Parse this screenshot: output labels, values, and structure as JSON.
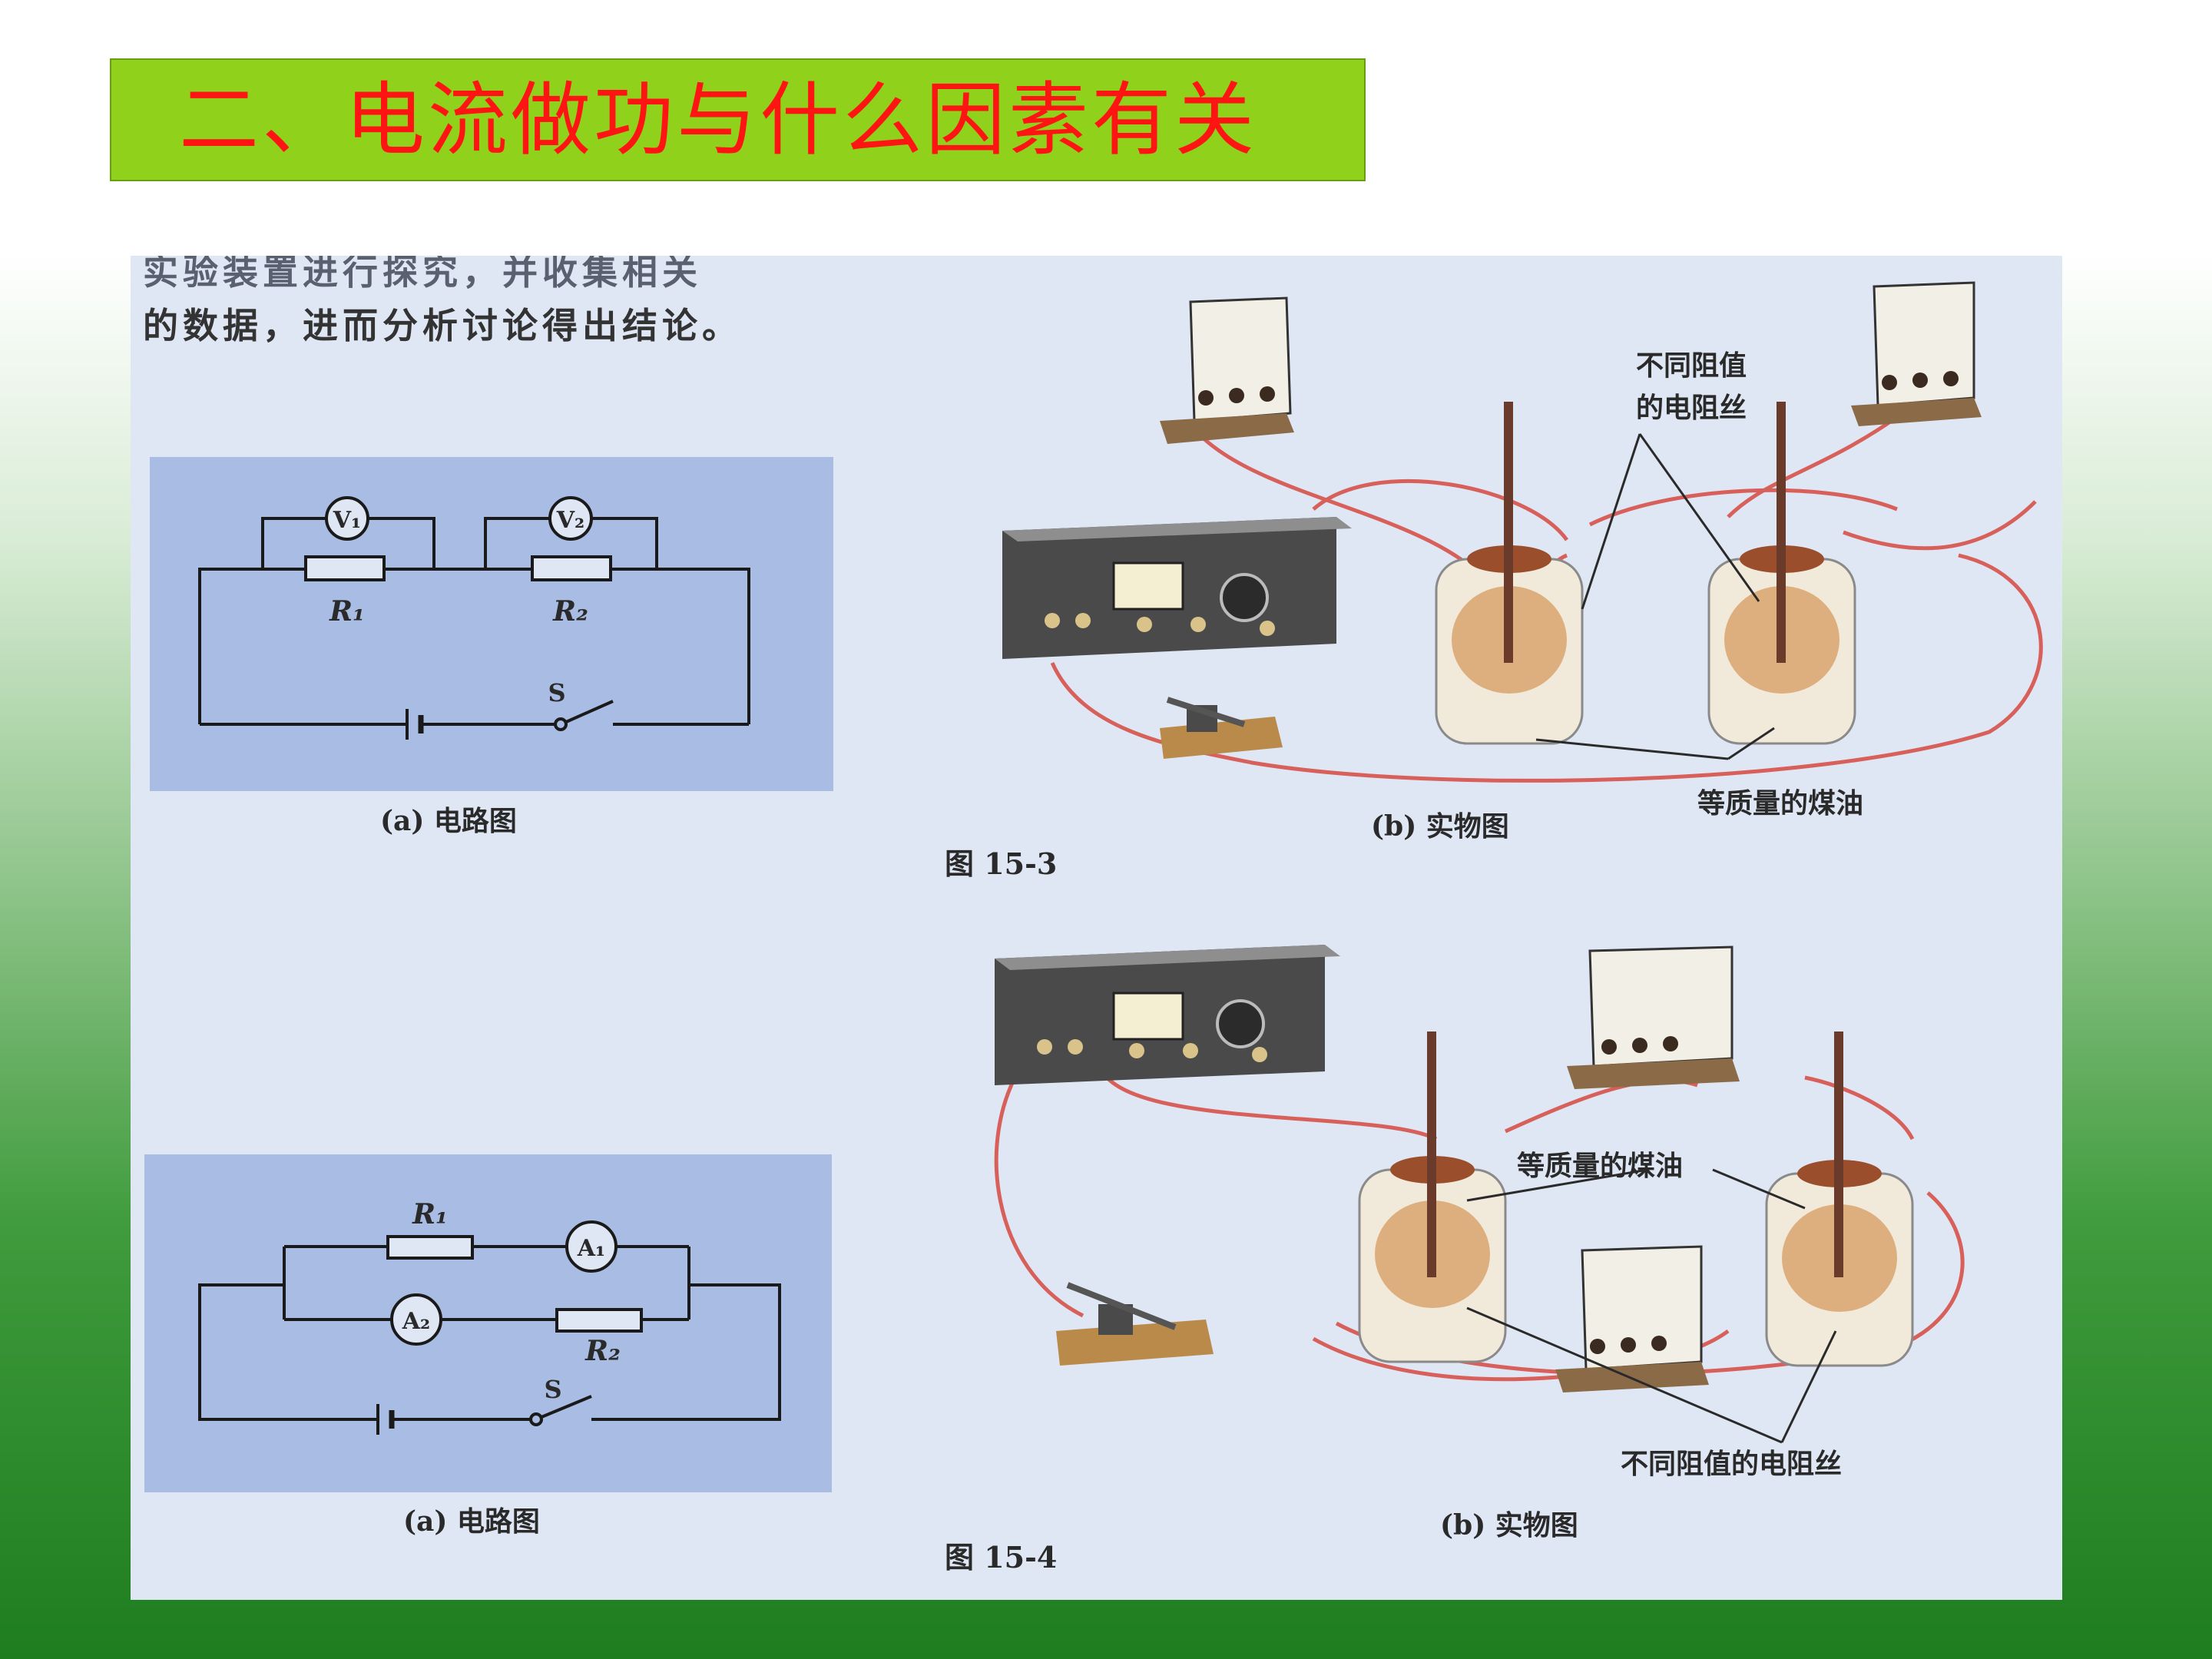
{
  "title": "二、电流做功与什么因素有关",
  "intro_lines": [
    "实验装置进行探究，并收集相关",
    "的数据，进而分析讨论得出结论。"
  ],
  "fig_15_3": {
    "circuit_caption": "(a) 电路图",
    "photo_caption": "(b) 实物图",
    "figure_number": "图 15-3",
    "label_wires_line1": "不同阻值",
    "label_wires_line2": "的电阻丝",
    "label_oil": "等质量的煤油",
    "circuit_labels": {
      "v1": "V₁",
      "v2": "V₂",
      "r1": "R₁",
      "r2": "R₂",
      "s": "S"
    }
  },
  "fig_15_4": {
    "circuit_caption": "(a) 电路图",
    "photo_caption": "(b) 实物图",
    "figure_number": "图 15-4",
    "label_oil": "等质量的煤油",
    "label_wires": "不同阻值的电阻丝",
    "circuit_labels": {
      "a1": "A₁",
      "a2": "A₂",
      "r1": "R₁",
      "r2": "R₂",
      "s": "S"
    }
  },
  "colors": {
    "title_bg": "#8fd11b",
    "title_text": "#ff1414",
    "figure_bg": "#dfe6f4",
    "circuit_panel": "#a9bce3",
    "wire": "#d8605a"
  }
}
